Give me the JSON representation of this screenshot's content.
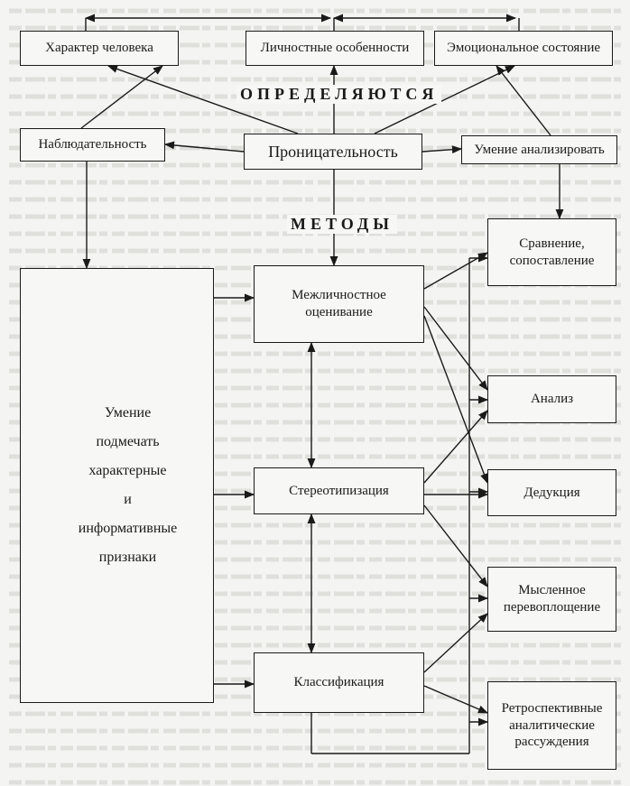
{
  "top_row": {
    "character": "Характер человека",
    "personal": "Личностные особенности",
    "emotional": "Эмоциональное состояние"
  },
  "heading_determined": "ОПРЕДЕЛЯЮТСЯ",
  "observation": "Наблюдательность",
  "insight": "Проницательность",
  "analyze_skill": "Умение анализировать",
  "heading_methods": "МЕТОДЫ",
  "skill_lines": [
    "Умение",
    "подмечать",
    "характерные",
    "и",
    "информативные",
    "признаки"
  ],
  "methods": {
    "interpersonal": [
      "Межличностное",
      "оценивание"
    ],
    "stereotyping": "Стереотипизация",
    "classification": "Классификация"
  },
  "operations": {
    "comparison": [
      "Сравнение,",
      "сопоставление"
    ],
    "analysis": "Анализ",
    "deduction": "Дедукция",
    "reincarnation": [
      "Мысленное",
      "перевоплощение"
    ],
    "retrospective": [
      "Ретроспективные",
      "аналитические",
      "рассуждения"
    ]
  }
}
